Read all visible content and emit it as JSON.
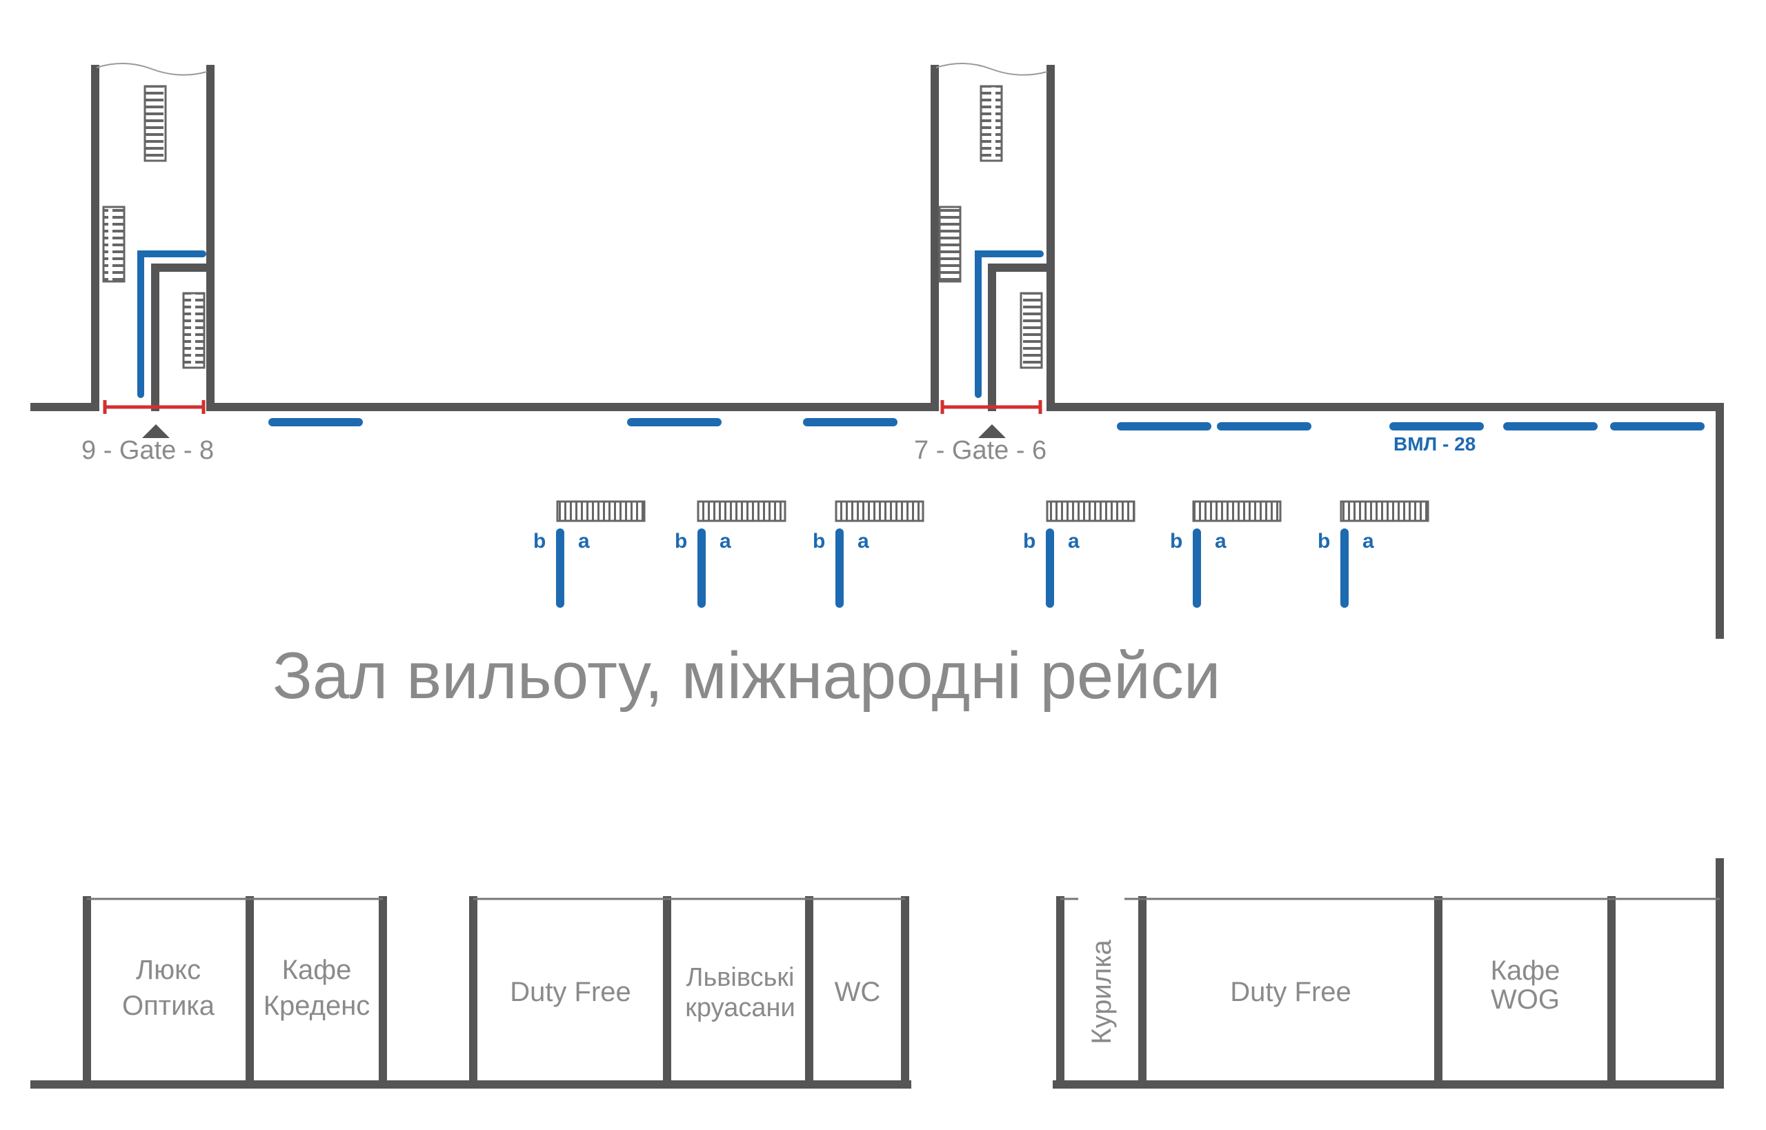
{
  "title": "Зал вильоту, міжнародні рейси",
  "gates": [
    {
      "label": "9 - Gate - 8"
    },
    {
      "label": "7 - Gate - 6"
    }
  ],
  "counter_label": "ВМЛ - 28",
  "desk_side_labels": {
    "left": "b",
    "right": "a"
  },
  "desk_count": 6,
  "shops": {
    "lux_optika": [
      "Люкс",
      "Оптика"
    ],
    "kafe_kredens": [
      "Кафе",
      "Креденс"
    ],
    "duty_free_1": "Duty Free",
    "lvivski_kruasany": [
      "Львівські",
      "круасани"
    ],
    "wc": "WC",
    "kurylka": "Курилка",
    "duty_free_2": "Duty Free",
    "kafe_wog": [
      "Кафе",
      "WOG"
    ]
  },
  "colors": {
    "wall": "#555555",
    "counter_blue": "#1d6ab1",
    "door_red": "#d32f2f",
    "text_gray": "#8a8a8a",
    "bench": "#666666"
  }
}
